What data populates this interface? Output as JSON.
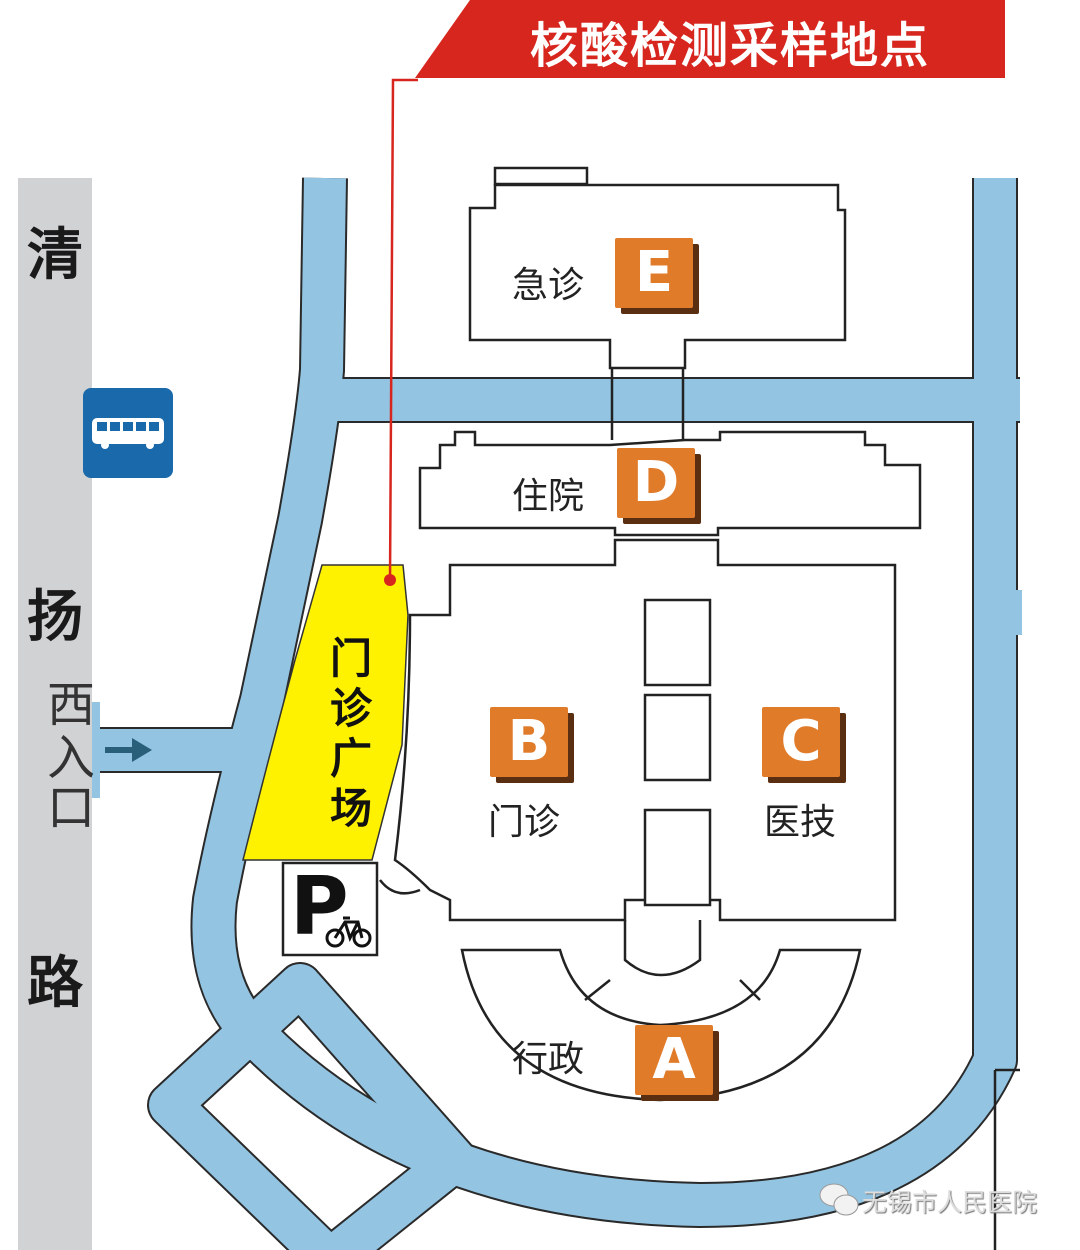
{
  "title": "核酸检测采样地点",
  "road": {
    "chars": [
      "清",
      "扬",
      "路"
    ]
  },
  "west_entrance": {
    "chars": [
      "西",
      "入",
      "口"
    ]
  },
  "buildings": [
    {
      "letter": "E",
      "name": "急诊"
    },
    {
      "letter": "D",
      "name": "住院"
    },
    {
      "letter": "B",
      "name": "门诊"
    },
    {
      "letter": "C",
      "name": "医技"
    },
    {
      "letter": "A",
      "name": "行政"
    }
  ],
  "plaza": {
    "chars": [
      "门",
      "诊",
      "广",
      "场"
    ]
  },
  "parking": {
    "letter": "P"
  },
  "watermark": "无锡市人民医院",
  "colors": {
    "road": "#93c5e3",
    "street": "#d1d2d4",
    "plaza": "#fff200",
    "badge": "#e07b2a",
    "callout": "#d7261e",
    "bus": "#1a6aab"
  }
}
